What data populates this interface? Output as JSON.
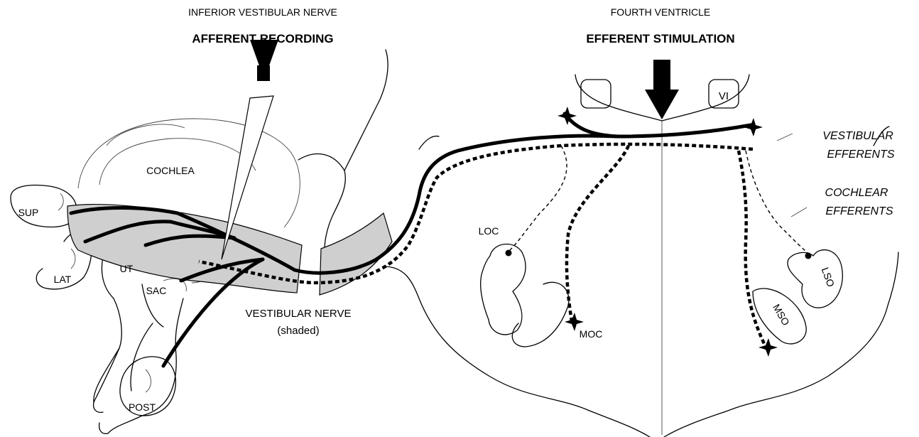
{
  "left_header": {
    "sub": "INFERIOR VESTIBULAR NERVE",
    "main": "AFFERENT RECORDING"
  },
  "right_header": {
    "sub": "FOURTH VENTRICLE",
    "main": "EFFERENT STIMULATION"
  },
  "labels": {
    "cochlea": "COCHLEA",
    "sup": "SUP",
    "lat": "LAT",
    "ut": "UT",
    "sac": "SAC",
    "post": "POST",
    "vestibular_nerve": "VESTIBULAR NERVE",
    "shaded": "(shaded)",
    "vi": "VI",
    "loc": "LOC",
    "moc": "MOC",
    "lso": "LSO",
    "mso": "MSO",
    "vestibular_efferents_1": "VESTIBULAR",
    "vestibular_efferents_2": "EFFERENTS",
    "cochlear_efferents_1": "COCHLEAR",
    "cochlear_efferents_2": "EFFERENTS"
  }
}
